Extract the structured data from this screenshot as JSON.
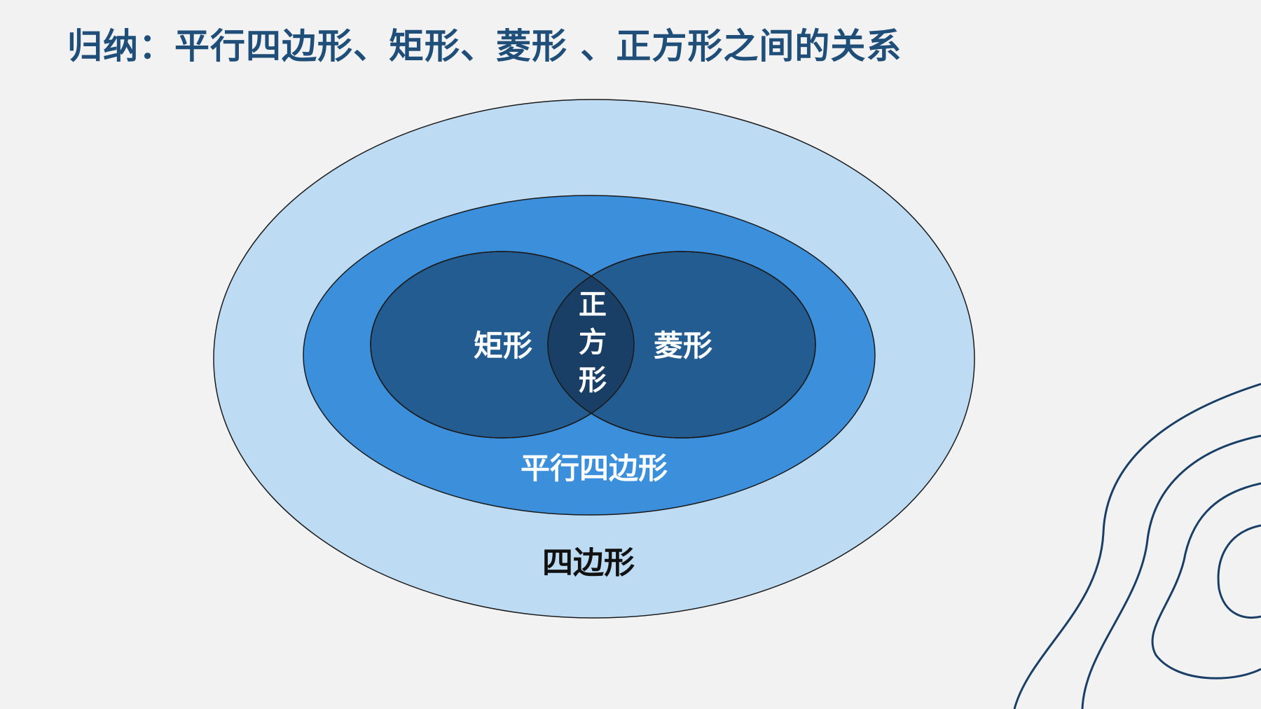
{
  "title": "归纳：平行四边形、矩形、菱形 、正方形之间的关系",
  "diagram": {
    "outer_label": "四边形",
    "middle_label": "平行四边形",
    "left_label": "矩形",
    "right_label": "菱形",
    "center_label_lines": [
      "正",
      "方",
      "形"
    ]
  },
  "colors": {
    "title": "#1f4e79",
    "background": "#f2f2f2",
    "outer_fill": "#bddbf2",
    "middle_fill": "#3b8fdb",
    "inner_fill": "#235c90",
    "overlap_fill": "#1a3f66",
    "deco_stroke": "#1a3f66"
  }
}
